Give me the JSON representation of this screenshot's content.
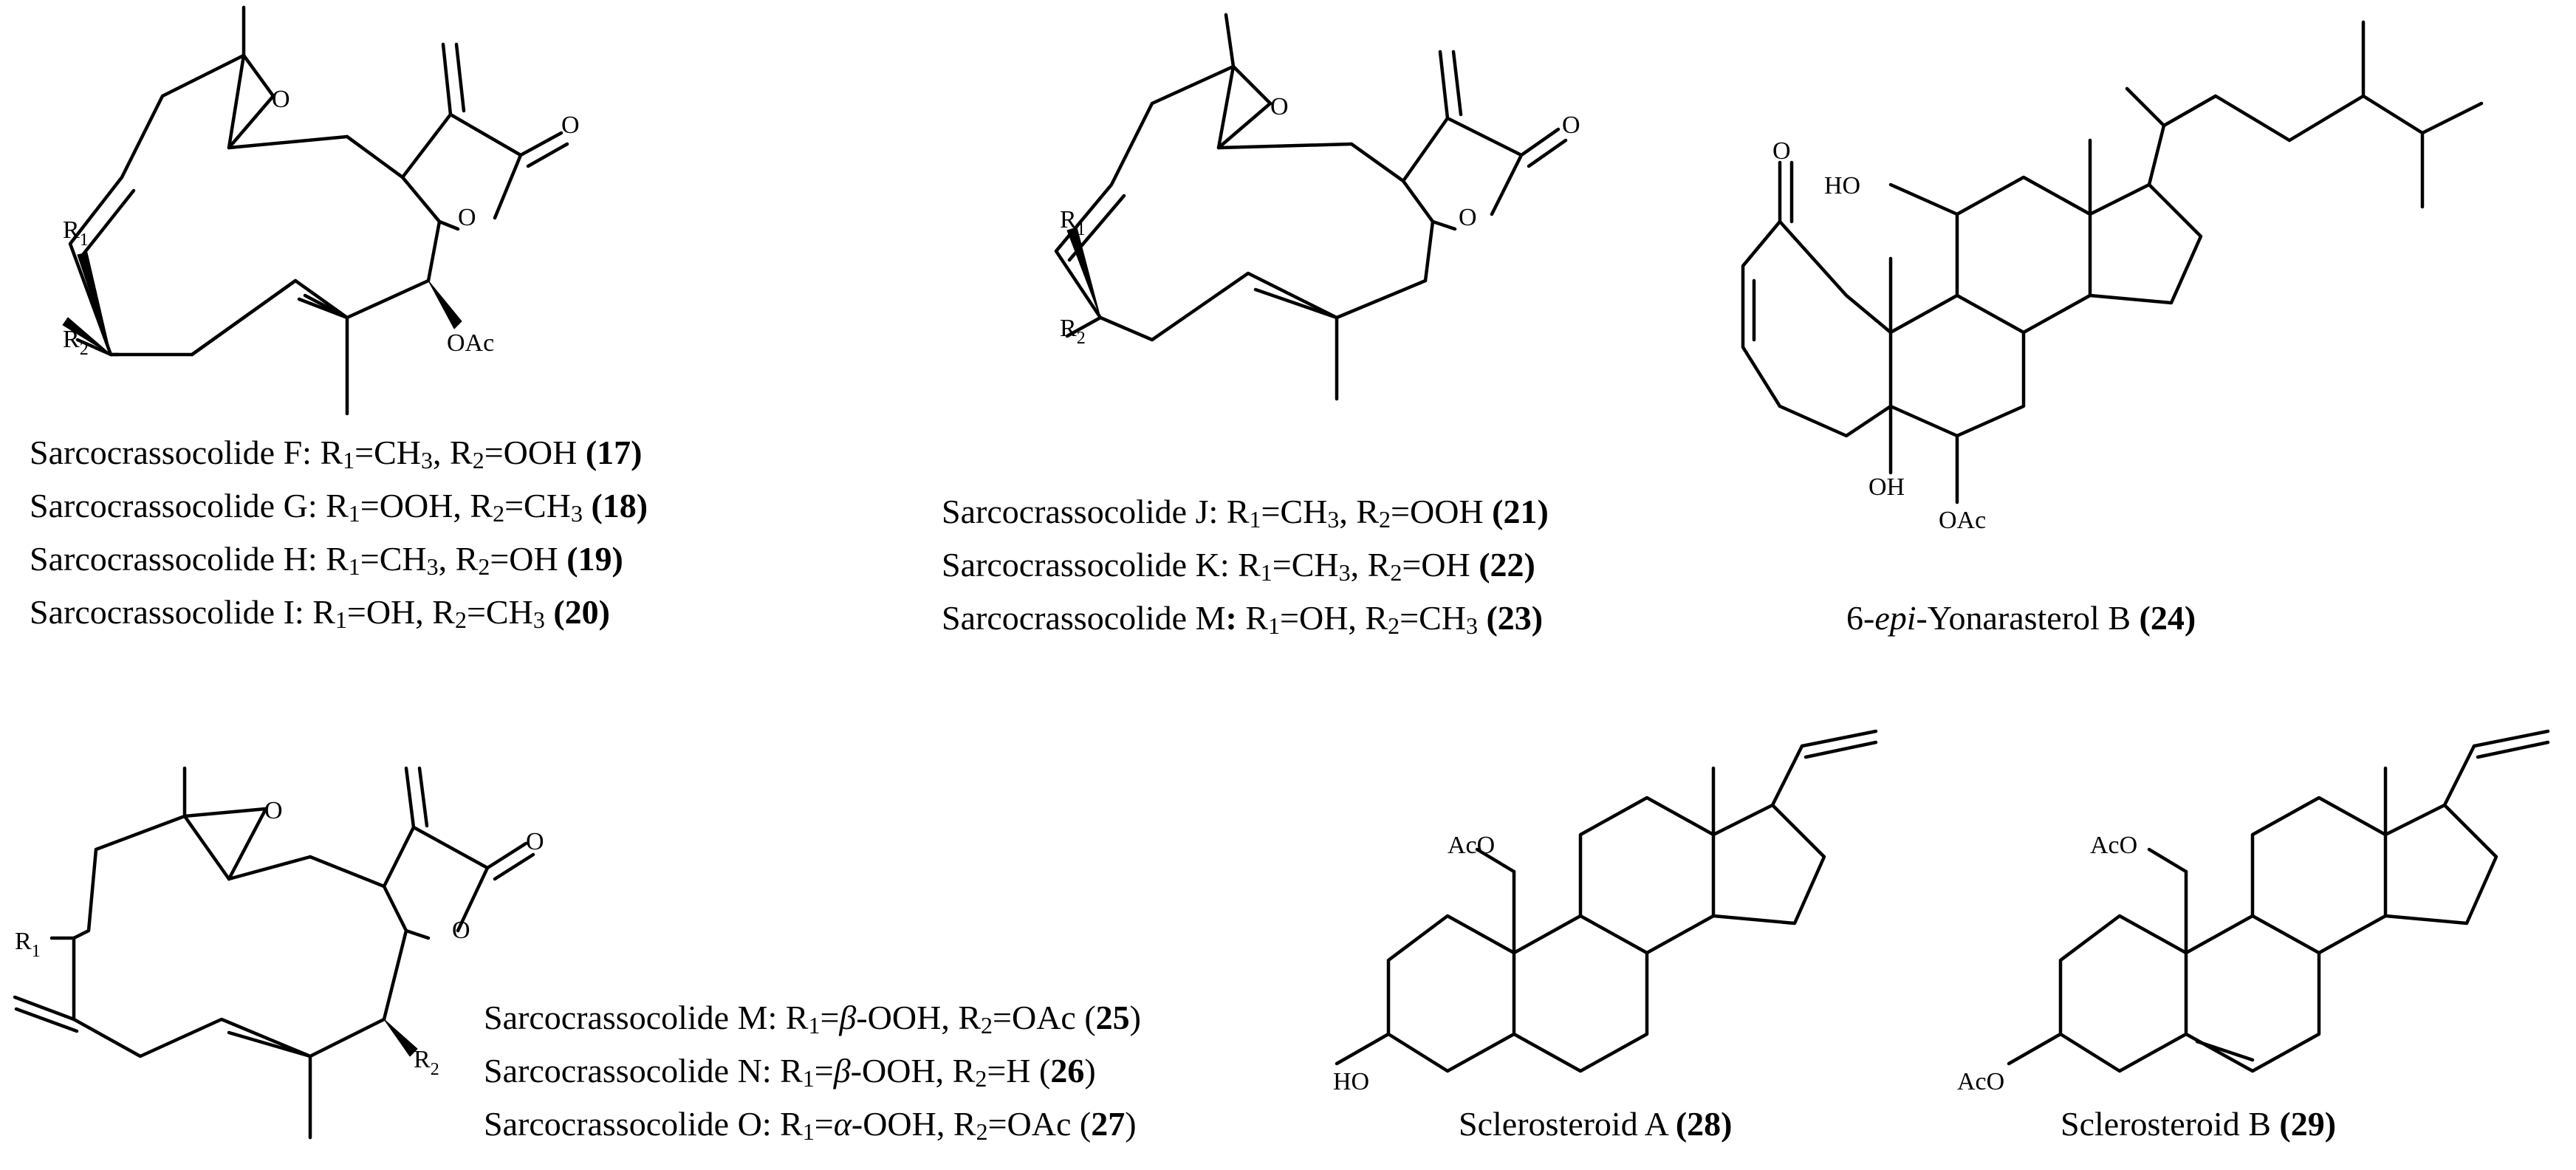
{
  "atoms": {
    "O": "O",
    "OAc": "OAc",
    "AcO": "AcO",
    "HO": "HO",
    "OH": "OH",
    "R": "R",
    "sub1": "1",
    "sub2": "2"
  },
  "compounds": [
    {
      "name": "Sarcocrassocolide F",
      "sep": ": ",
      "r1": "CH",
      "r1sub": "3",
      "r2": "OOH",
      "r2sub": "",
      "num": "(17)",
      "bold": true
    },
    {
      "name": "Sarcocrassocolide G",
      "sep": ": ",
      "r1": "OOH",
      "r1sub": "",
      "r2": "CH",
      "r2sub": "3",
      "num": "(18)",
      "bold": true
    },
    {
      "name": "Sarcocrassocolide H",
      "sep": ": ",
      "r1": "CH",
      "r1sub": "3",
      "r2": "OH",
      "r2sub": "",
      "num": "(19)",
      "bold": true
    },
    {
      "name": "Sarcocrassocolide I",
      "sep": ": ",
      "r1": "OH",
      "r1sub": "",
      "r2": "CH",
      "r2sub": "3",
      "num": "(20)",
      "bold": true
    },
    {
      "name": "Sarcocrassocolide J",
      "sep": ": ",
      "r1": "CH",
      "r1sub": "3",
      "r2": "OOH",
      "r2sub": "",
      "num": "(21)",
      "bold": true
    },
    {
      "name": "Sarcocrassocolide K",
      "sep": ": ",
      "r1": "CH",
      "r1sub": "3",
      "r2": "OH",
      "r2sub": "",
      "num": "(22)",
      "bold": true
    },
    {
      "name": "Sarcocrassocolide M",
      "sep": ": ",
      "r1": "OH",
      "r1sub": "",
      "r2": "CH",
      "r2sub": "3",
      "num": "(23)",
      "bold": true
    },
    {
      "name": "Sarcocrassocolide M",
      "sep": ": ",
      "r1greek": "β",
      "r1": "-OOH",
      "r1sub": "",
      "r2": "OAc",
      "r2sub": "",
      "numOpen": "(",
      "numBold": "25",
      "numClose": ")"
    },
    {
      "name": "Sarcocrassocolide N",
      "sep": ": ",
      "r1greek": "β",
      "r1": "-OOH",
      "r1sub": "",
      "r2": "H",
      "r2sub": "",
      "numOpen": "(",
      "numBold": "26",
      "numClose": ")"
    },
    {
      "name": "Sarcocrassocolide O",
      "sep": ": ",
      "r1greek": "α",
      "r1": "-OOH",
      "r1sub": "",
      "r2": "OAc",
      "r2sub": "",
      "numOpen": "(",
      "numBold": "27",
      "numClose": ")"
    }
  ],
  "steroids": {
    "yonarasterol": {
      "prefix": "6-",
      "italic": "epi",
      "name": "-Yonarasterol B ",
      "num": "(24)"
    },
    "sclerosteroidA": {
      "name": "Sclerosteroid A ",
      "num": "(28)"
    },
    "sclerosteroidB": {
      "name": "Sclerosteroid B ",
      "num": "(29)"
    }
  },
  "labels": {
    "r1_eq": "R",
    "eq": "=",
    "comma": ", "
  }
}
